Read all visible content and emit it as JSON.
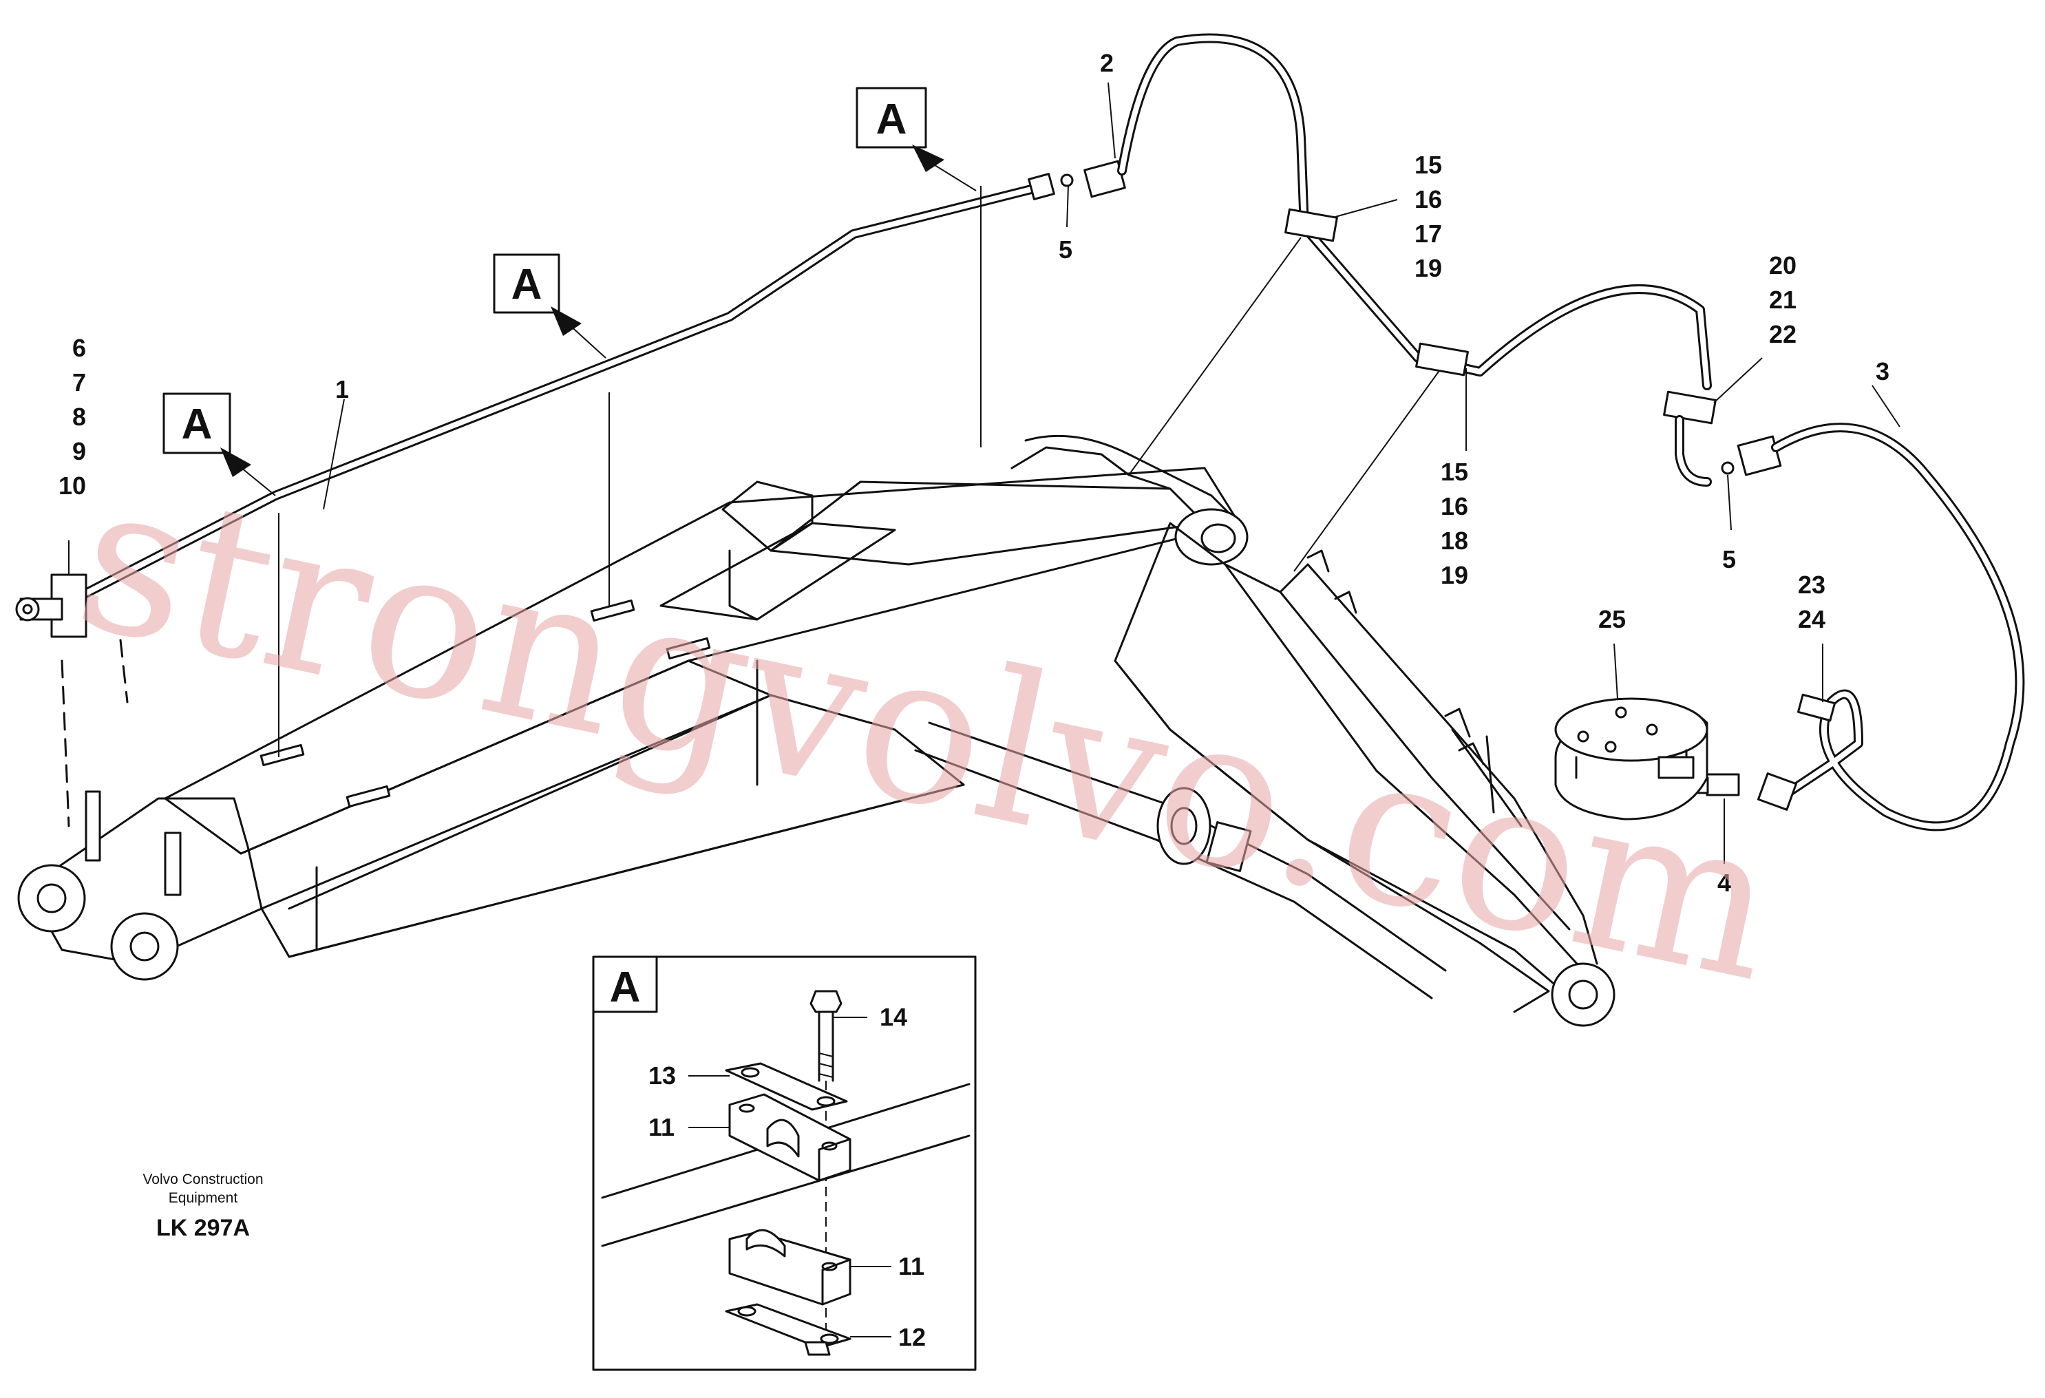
{
  "diagram": {
    "reference_marks": [
      "A",
      "A",
      "A"
    ],
    "detail_label": "A",
    "callouts": {
      "c1": "1",
      "c2": "2",
      "c3": "3",
      "c4": "4",
      "c5a": "5",
      "c5b": "5",
      "group_6_10": [
        "6",
        "7",
        "8",
        "9",
        "10"
      ],
      "group_15_19_top": [
        "15",
        "16",
        "17",
        "19"
      ],
      "group_15_19_bottom": [
        "15",
        "16",
        "18",
        "19"
      ],
      "group_20_22": [
        "20",
        "21",
        "22"
      ],
      "group_23_24": [
        "23",
        "24"
      ],
      "c25": "25",
      "detail": {
        "c14": "14",
        "c13": "13",
        "c11a": "11",
        "c11b": "11",
        "c12": "12"
      }
    },
    "credit": {
      "line1": "Volvo Construction",
      "line2": "Equipment",
      "code": "LK 297A"
    },
    "watermark": "strongvolvo.com"
  }
}
